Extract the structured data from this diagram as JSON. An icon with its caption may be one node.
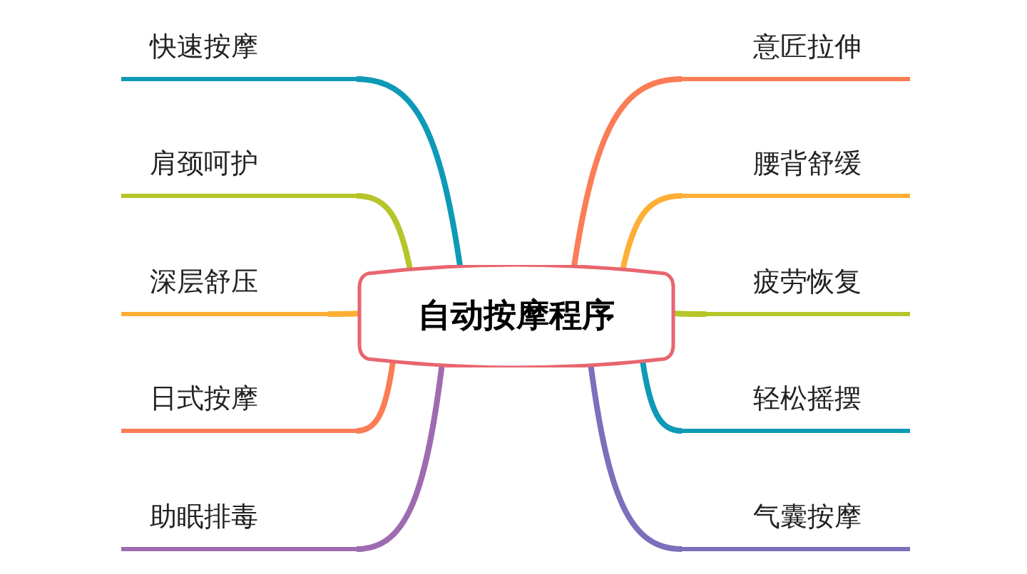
{
  "diagram": {
    "nodes": [
      {
        "text": [
          "自动按摩程序"
        ]
      },
      {
        "text": [
          "快速按摩"
        ]
      },
      {
        "text": [
          "肩颈呵护"
        ]
      },
      {
        "text": [
          "深层舒压"
        ]
      },
      {
        "text": [
          "日式按摩"
        ]
      },
      {
        "text": [
          "助眠排毒"
        ]
      },
      {
        "text": [
          "意匠拉伸"
        ]
      },
      {
        "text": [
          "腰背舒缓"
        ]
      },
      {
        "text": [
          "疲劳恢复"
        ]
      },
      {
        "text": [
          "轻松摇摆"
        ]
      },
      {
        "text": [
          "气囊按摩"
        ]
      }
    ],
    "edges": [
      {
        "from": 0,
        "to": 1,
        "arrow": "none",
        "color": "#0e9ab7"
      },
      {
        "from": 0,
        "to": 2,
        "arrow": "none",
        "color": "#b5c52a"
      },
      {
        "from": 0,
        "to": 3,
        "arrow": "none",
        "color": "#fdae35"
      },
      {
        "from": 0,
        "to": 4,
        "arrow": "none",
        "color": "#fb7d55"
      },
      {
        "from": 0,
        "to": 5,
        "arrow": "none",
        "color": "#9e6bb0"
      },
      {
        "from": 0,
        "to": 6,
        "arrow": "none",
        "color": "#fb7d55"
      },
      {
        "from": 0,
        "to": 7,
        "arrow": "none",
        "color": "#fdae35"
      },
      {
        "from": 0,
        "to": 8,
        "arrow": "none",
        "color": "#b5c52a"
      },
      {
        "from": 0,
        "to": 9,
        "arrow": "none",
        "color": "#0e9ab7"
      },
      {
        "from": 0,
        "to": 10,
        "arrow": "none",
        "color": "#7a70bb"
      }
    ]
  }
}
